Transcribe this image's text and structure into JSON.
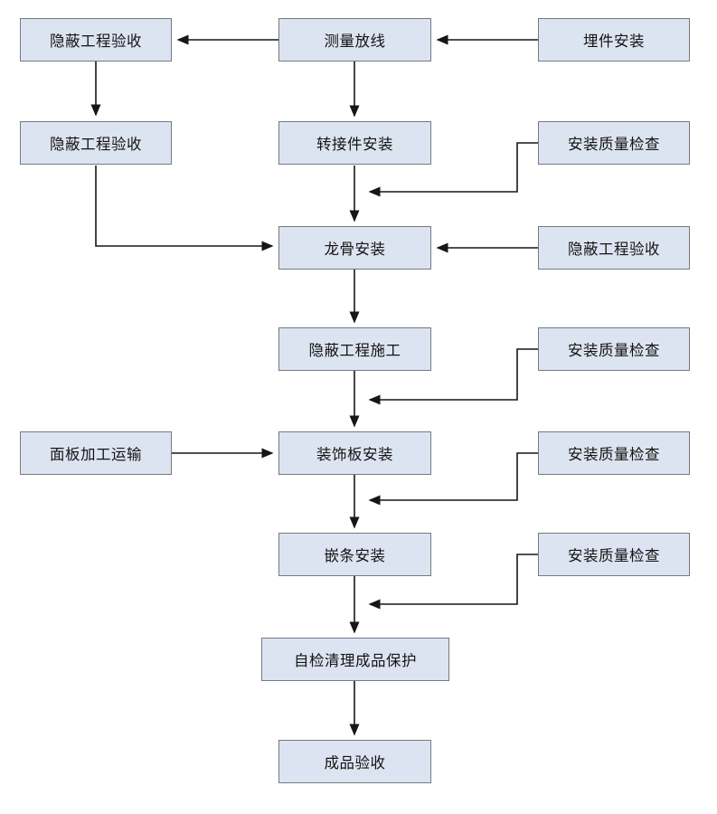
{
  "colors": {
    "node_fill": "#dde4f1",
    "node_border": "#75797f",
    "arrow_line": "#161616",
    "background": "#ffffff"
  },
  "nodes": {
    "hidden_acceptance_1": {
      "label": "隐蔽工程验收"
    },
    "measure_layout": {
      "label": "测量放线"
    },
    "embed_install": {
      "label": "埋件安装"
    },
    "hidden_acceptance_2": {
      "label": "隐蔽工程验收"
    },
    "adapter_install": {
      "label": "转接件安装"
    },
    "quality_check_1": {
      "label": "安装质量检查"
    },
    "keel_install": {
      "label": "龙骨安装"
    },
    "hidden_acceptance_3": {
      "label": "隐蔽工程验收"
    },
    "hidden_construction": {
      "label": "隐蔽工程施工"
    },
    "quality_check_2": {
      "label": "安装质量检查"
    },
    "panel_transport": {
      "label": "面板加工运输"
    },
    "decor_panel_install": {
      "label": "装饰板安装"
    },
    "quality_check_3": {
      "label": "安装质量检查"
    },
    "inlay_install": {
      "label": "嵌条安装"
    },
    "quality_check_4": {
      "label": "安装质量检查"
    },
    "self_check_protect": {
      "label": "自检清理成品保护"
    },
    "final_acceptance": {
      "label": "成品验收"
    }
  }
}
